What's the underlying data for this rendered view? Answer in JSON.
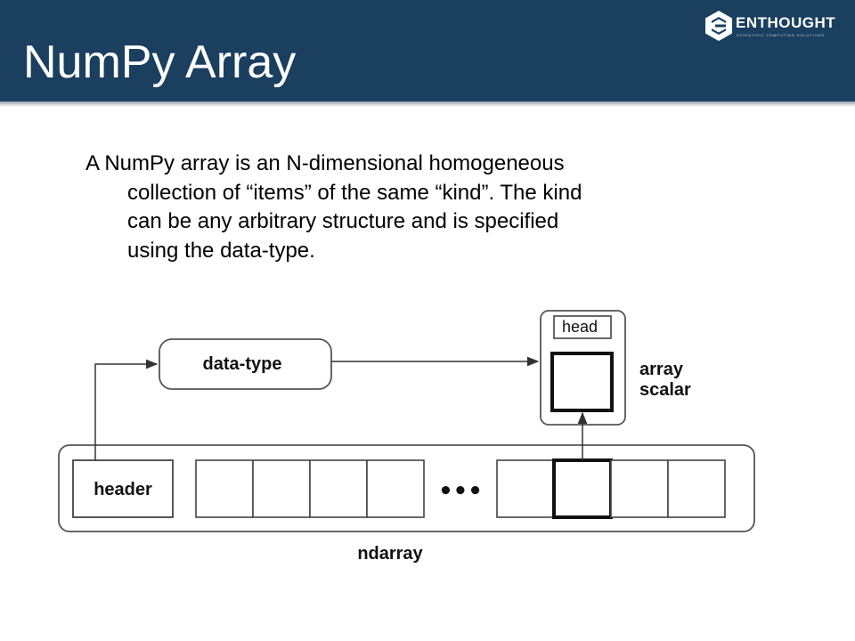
{
  "slide": {
    "title": "NumPy Array",
    "logo": {
      "word": "ENTHOUGHT",
      "tagline": "SCIENTIFIC COMPUTING SOLUTIONS",
      "icon": "enthought-logo-icon"
    },
    "body_lines": [
      "A NumPy array is an N-dimensional homogeneous",
      "collection of “items” of the same “kind”.  The kind",
      "can be any arbitrary structure and is specified",
      "using the data-type."
    ]
  },
  "diagram": {
    "data_type_label": "data-type",
    "head_label": "head",
    "array_scalar_label_line1": "array",
    "array_scalar_label_line2": "scalar",
    "header_label": "header",
    "ellipsis": "•••",
    "ndarray_label": "ndarray"
  },
  "colors": {
    "header_bar": "#1a3f5f",
    "title_text": "#ffffff",
    "body_text": "#000000",
    "diagram_stroke": "#333333"
  }
}
